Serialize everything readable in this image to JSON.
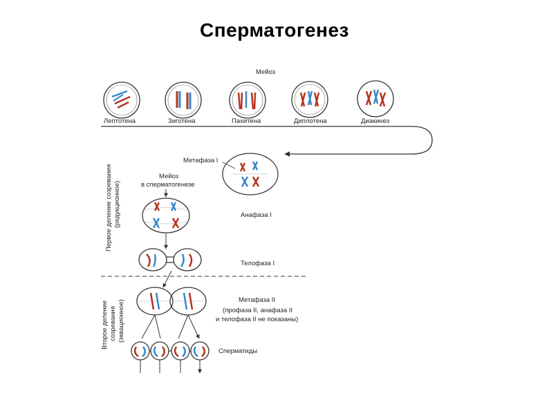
{
  "title": "Сперматогенез",
  "diagram": {
    "meiosis_heading": "Мейоз",
    "prophase_stages": [
      "Лептотена",
      "Зиготена",
      "Пахитена",
      "Диплотена",
      "Диакинез"
    ],
    "metaphase1": "Метафаза I",
    "meiosis_in_spermatogenesis": [
      "Мейоз",
      "в сперматогенезе"
    ],
    "anaphase1": "Анафаза I",
    "telophase1": "Телофаза I",
    "metaphase2": "Метафаза II",
    "metaphase2_note": [
      "(профаза II, анафаза II",
      "и телофаза II не показаны)"
    ],
    "spermatids": "Сперматиды",
    "first_division": [
      "Первое деление созревания",
      "(редукционное)"
    ],
    "second_division": [
      "Второе  деление",
      "созревания",
      "(эквационное)"
    ]
  },
  "colors": {
    "chromosome_red": "#b5331f",
    "chromosome_blue": "#3a86c8",
    "line": "#333333"
  }
}
